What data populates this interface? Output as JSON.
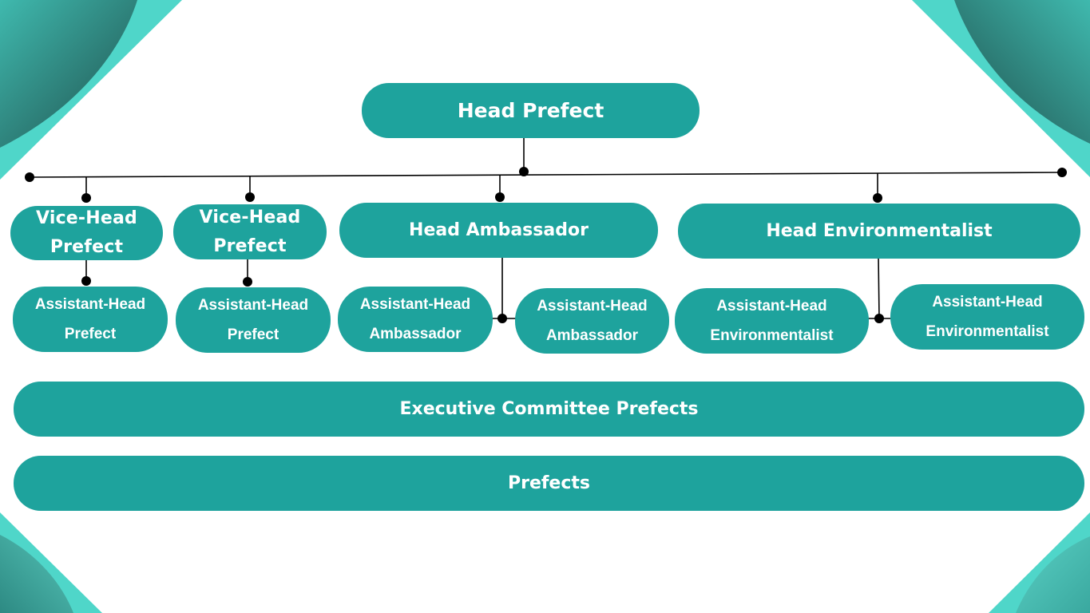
{
  "colors": {
    "box_fill": "#1ea39d",
    "box_text": "#ffffff",
    "connector": "#000000",
    "corner_light": "#4fd6c9",
    "corner_dark": "#1f4e4b"
  },
  "nodes": {
    "head_prefect": "Head Prefect",
    "vice_head_1": "Vice-Head Prefect",
    "vice_head_2": "Vice-Head Prefect",
    "head_ambassador": "Head Ambassador",
    "head_environmentalist": "Head Environmentalist",
    "assistant_head_prefect_1": "Assistant-Head Prefect",
    "assistant_head_prefect_2": "Assistant-Head Prefect",
    "assistant_head_ambassador_1": "Assistant-Head Ambassador",
    "assistant_head_ambassador_2": "Assistant-Head Ambassador",
    "assistant_head_environmentalist_1": "Assistant-Head Environmentalist",
    "assistant_head_environmentalist_2": "Assistant-Head Environmentalist",
    "executive_committee": "Executive Committee Prefects",
    "prefects": "Prefects"
  }
}
